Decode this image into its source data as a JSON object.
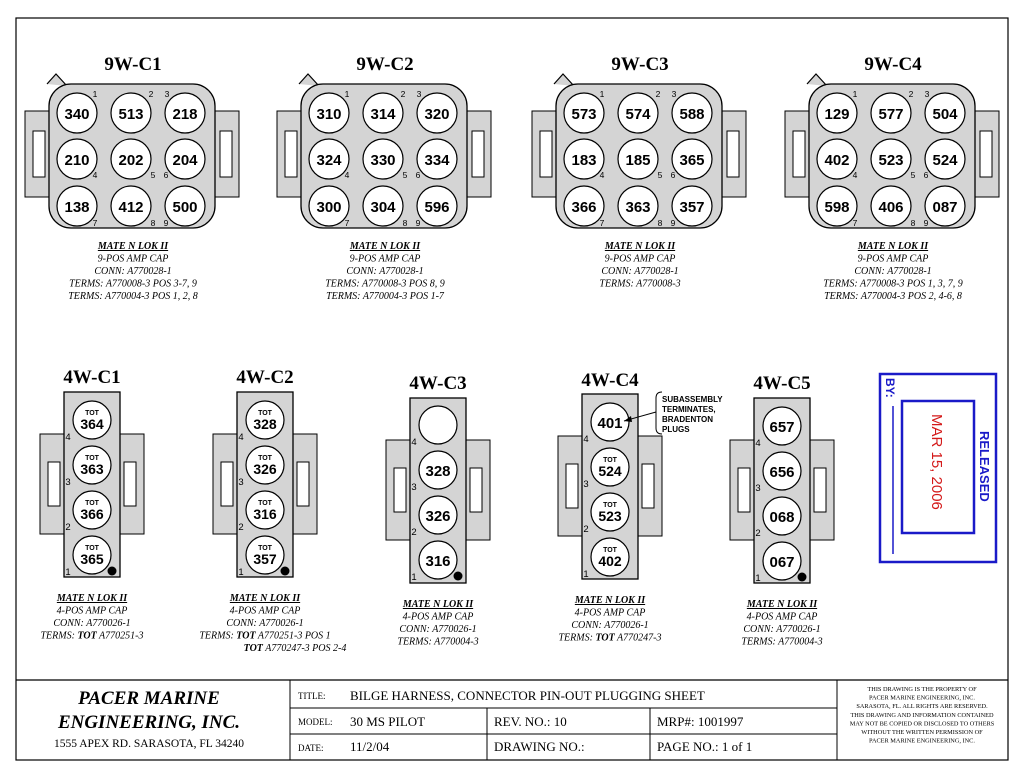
{
  "connectors_9w": [
    {
      "title": "9W-C1",
      "pins": [
        "340",
        "513",
        "218",
        "210",
        "202",
        "204",
        "138",
        "412",
        "500"
      ],
      "notes": [
        "MATE N LOK II",
        "9-POS AMP CAP",
        "CONN: A770028-1",
        "TERMS: A770008-3 POS 3-7, 9",
        "TERMS: A770004-3 POS 1, 2, 8"
      ]
    },
    {
      "title": "9W-C2",
      "pins": [
        "310",
        "314",
        "320",
        "324",
        "330",
        "334",
        "300",
        "304",
        "596"
      ],
      "notes": [
        "MATE N LOK II",
        "9-POS AMP CAP",
        "CONN: A770028-1",
        "TERMS: A770008-3 POS 8, 9",
        "TERMS: A770004-3 POS 1-7"
      ]
    },
    {
      "title": "9W-C3",
      "pins": [
        "573",
        "574",
        "588",
        "183",
        "185",
        "365",
        "366",
        "363",
        "357"
      ],
      "notes": [
        "MATE N LOK II",
        "9-POS AMP CAP",
        "CONN: A770028-1",
        "TERMS: A770008-3"
      ]
    },
    {
      "title": "9W-C4",
      "pins": [
        "129",
        "577",
        "504",
        "402",
        "523",
        "524",
        "598",
        "406",
        "087"
      ],
      "notes": [
        "MATE N LOK II",
        "9-POS AMP CAP",
        "CONN: A770028-1",
        "TERMS: A770008-3 POS 1, 3, 7, 9",
        "TERMS: A770004-3 POS 2, 4-6, 8"
      ]
    }
  ],
  "pin_numbers_9w": [
    "1",
    "2",
    "3",
    "4",
    "5",
    "6",
    "7",
    "8",
    "9"
  ],
  "connectors_4w": [
    {
      "title": "4W-C1",
      "pins": [
        {
          "tot": "TOT",
          "num": "364"
        },
        {
          "tot": "TOT",
          "num": "363"
        },
        {
          "tot": "TOT",
          "num": "366"
        },
        {
          "tot": "TOT",
          "num": "365"
        }
      ],
      "notes": [
        "MATE N LOK II",
        "4-POS AMP CAP",
        "CONN: A770026-1"
      ],
      "terms": [
        {
          "pre": "TERMS: ",
          "tot": "TOT",
          "post": " A770251-3"
        }
      ]
    },
    {
      "title": "4W-C2",
      "pins": [
        {
          "tot": "TOT",
          "num": "328"
        },
        {
          "tot": "TOT",
          "num": "326"
        },
        {
          "tot": "TOT",
          "num": "316"
        },
        {
          "tot": "TOT",
          "num": "357"
        }
      ],
      "notes": [
        "MATE N LOK II",
        "4-POS AMP CAP",
        "CONN: A770026-1"
      ],
      "terms": [
        {
          "pre": "TERMS: ",
          "tot": "TOT",
          "post": " A770251-3 POS 1"
        },
        {
          "pre": "",
          "tot": "TOT",
          "post": " A770247-3 POS 2-4"
        }
      ]
    },
    {
      "title": "4W-C3",
      "pins": [
        {
          "tot": "",
          "num": ""
        },
        {
          "tot": "",
          "num": "328"
        },
        {
          "tot": "",
          "num": "326"
        },
        {
          "tot": "",
          "num": "316"
        }
      ],
      "notes": [
        "MATE N LOK II",
        "4-POS AMP CAP",
        "CONN: A770026-1",
        "TERMS: A770004-3"
      ],
      "terms": []
    },
    {
      "title": "4W-C4",
      "pins": [
        {
          "tot": "",
          "num": "401"
        },
        {
          "tot": "TOT",
          "num": "524"
        },
        {
          "tot": "TOT",
          "num": "523"
        },
        {
          "tot": "TOT",
          "num": "402"
        }
      ],
      "notes": [
        "MATE N LOK II",
        "4-POS AMP CAP",
        "CONN: A770026-1"
      ],
      "terms": [
        {
          "pre": "TERMS: ",
          "tot": "TOT",
          "post": " A770247-3"
        }
      ]
    },
    {
      "title": "4W-C5",
      "pins": [
        {
          "tot": "",
          "num": "657"
        },
        {
          "tot": "",
          "num": "656"
        },
        {
          "tot": "",
          "num": "068"
        },
        {
          "tot": "",
          "num": "067"
        }
      ],
      "notes": [
        "MATE N LOK II",
        "4-POS AMP CAP",
        "CONN: A770026-1",
        "TERMS: A770004-3"
      ],
      "terms": []
    }
  ],
  "pin_numbers_4w": [
    "4",
    "3",
    "2",
    "1"
  ],
  "callout": [
    "SUBASSEMBLY",
    "TERMINATES,",
    "BRADENTON",
    "PLUGS"
  ],
  "stamp": {
    "by": "BY:",
    "date": "MAR 15, 2006",
    "status": "RELEASED",
    "blue": "#1a1ac8",
    "red": "#d41a1a"
  },
  "title_block": {
    "company_line1": "PACER MARINE",
    "company_line2": "ENGINEERING, INC.",
    "address": "1555 APEX RD.  SARASOTA, FL  34240",
    "title_label": "TITLE:",
    "title_value": "BILGE HARNESS, CONNECTOR PIN-OUT PLUGGING SHEET",
    "model_label": "MODEL:",
    "model_value": "30 MS PILOT",
    "rev": "REV. NO.: 10",
    "mrp": "MRP#: 1001997",
    "date_label": "DATE:",
    "date_value": "11/2/04",
    "drawing_no": "DRAWING NO.:",
    "page_no": "PAGE NO.: 1 of 1",
    "notice": [
      "THIS DRAWING IS THE PROPERTY OF",
      "PACER MARINE ENGINEERING, INC.",
      "SARASOTA, FL.   ALL RIGHTS ARE RESERVED.",
      "THIS DRAWING AND INFORMATION CONTAINED",
      "MAY NOT BE COPIED OR DISCLOSED TO OTHERS",
      "WITHOUT THE WRITTEN PERMISSION OF",
      "PACER MARINE ENGINEERING, INC."
    ]
  }
}
